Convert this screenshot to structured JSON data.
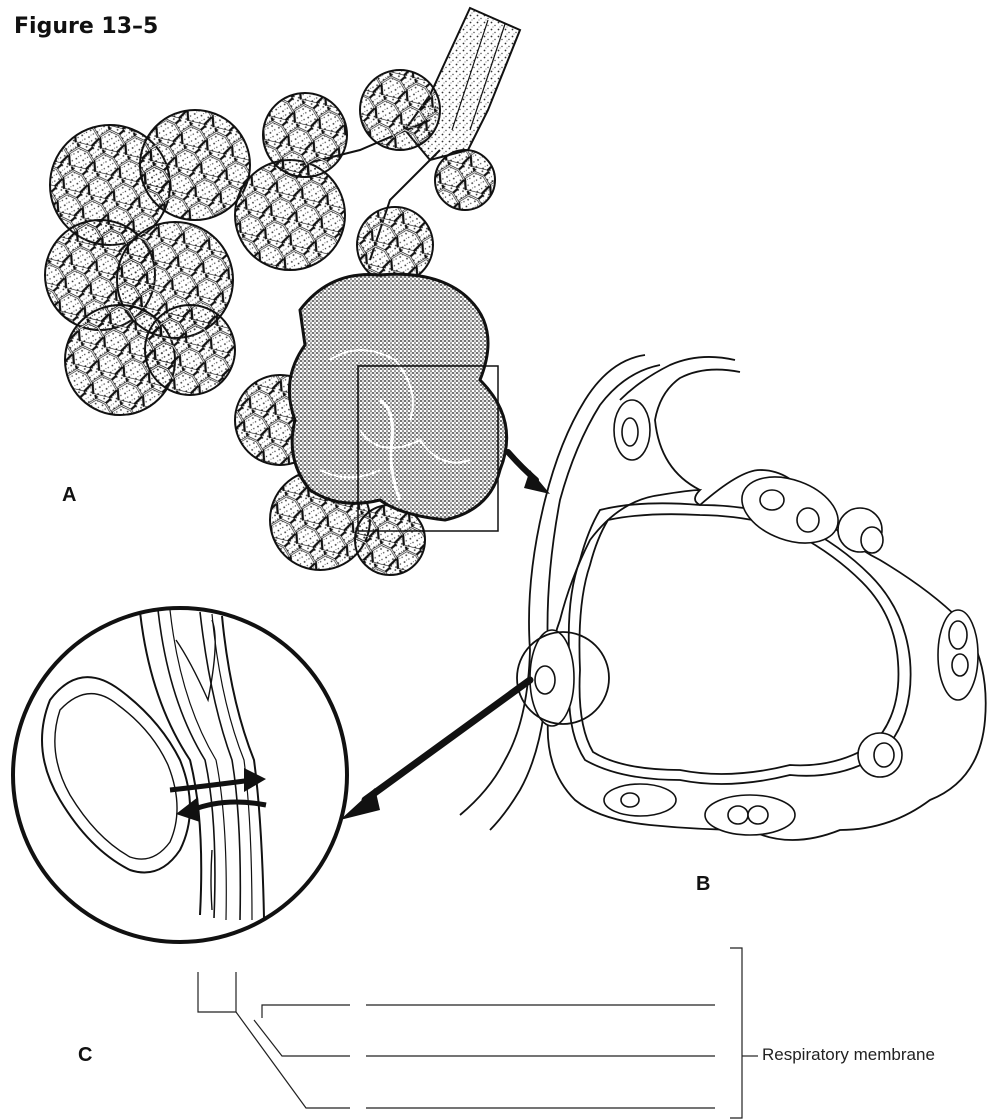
{
  "figure": {
    "title": "Figure 13–5"
  },
  "panels": {
    "a": "A",
    "b": "B",
    "c": "C"
  },
  "labels": {
    "bracket": "Respiratory membrane"
  },
  "answer_lines": {
    "count": 3,
    "text": [
      "",
      "",
      ""
    ]
  },
  "colors": {
    "ink": "#111111",
    "paper": "#ffffff",
    "stipple": "#333333"
  }
}
